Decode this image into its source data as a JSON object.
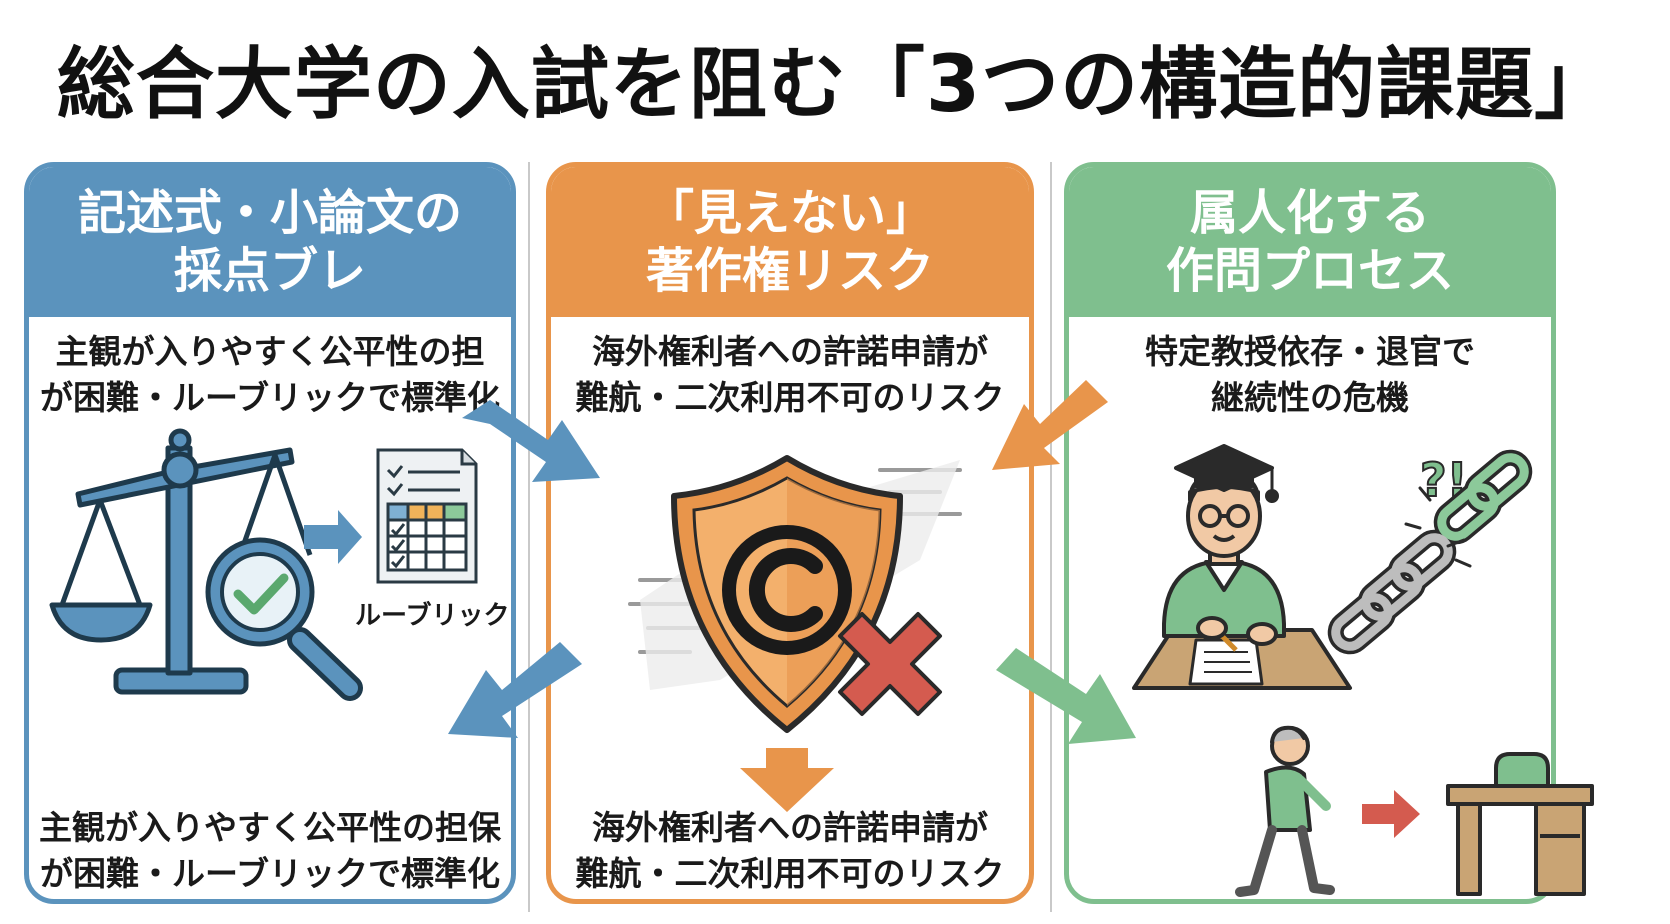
{
  "title": "総合大学の入試を阻む「3つの構造的課題」",
  "panels": [
    {
      "head_line1": "記述式・小論文の",
      "head_line2": "採点ブレ",
      "color": "#5b93bd",
      "desc_top_line1": "主観が入りやすく公平性の担",
      "desc_top_line2": "が困難・ルーブリックで標準化",
      "icon_label": "ルーブリック",
      "desc_bottom_line1": "主観が入りやすく公平性の担保",
      "desc_bottom_line2": "が困難・ルーブリックで標準化"
    },
    {
      "head_line1": "「見えない」",
      "head_line2": "著作権リスク",
      "color": "#e8954b",
      "desc_top_line1": "海外権利者への許諾申請が",
      "desc_top_line2": "難航・二次利用不可のリスク",
      "desc_bottom_line1": "海外権利者への許諾申請が",
      "desc_bottom_line2": "難航・二次利用不可のリスク"
    },
    {
      "head_line1": "属人化する",
      "head_line2": "作問プロセス",
      "color": "#7fbf8e",
      "desc_top_line1": "特定教授依存・退官で",
      "desc_top_line2": "継続性の危機",
      "icon_text": "?!"
    }
  ],
  "icons": [
    "scale-icon",
    "magnifier-check-icon",
    "rubric-sheet-icon",
    "shield-copyright-icon",
    "cross-icon",
    "professor-icon",
    "broken-chain-icon",
    "retiring-person-icon",
    "empty-desk-icon"
  ]
}
